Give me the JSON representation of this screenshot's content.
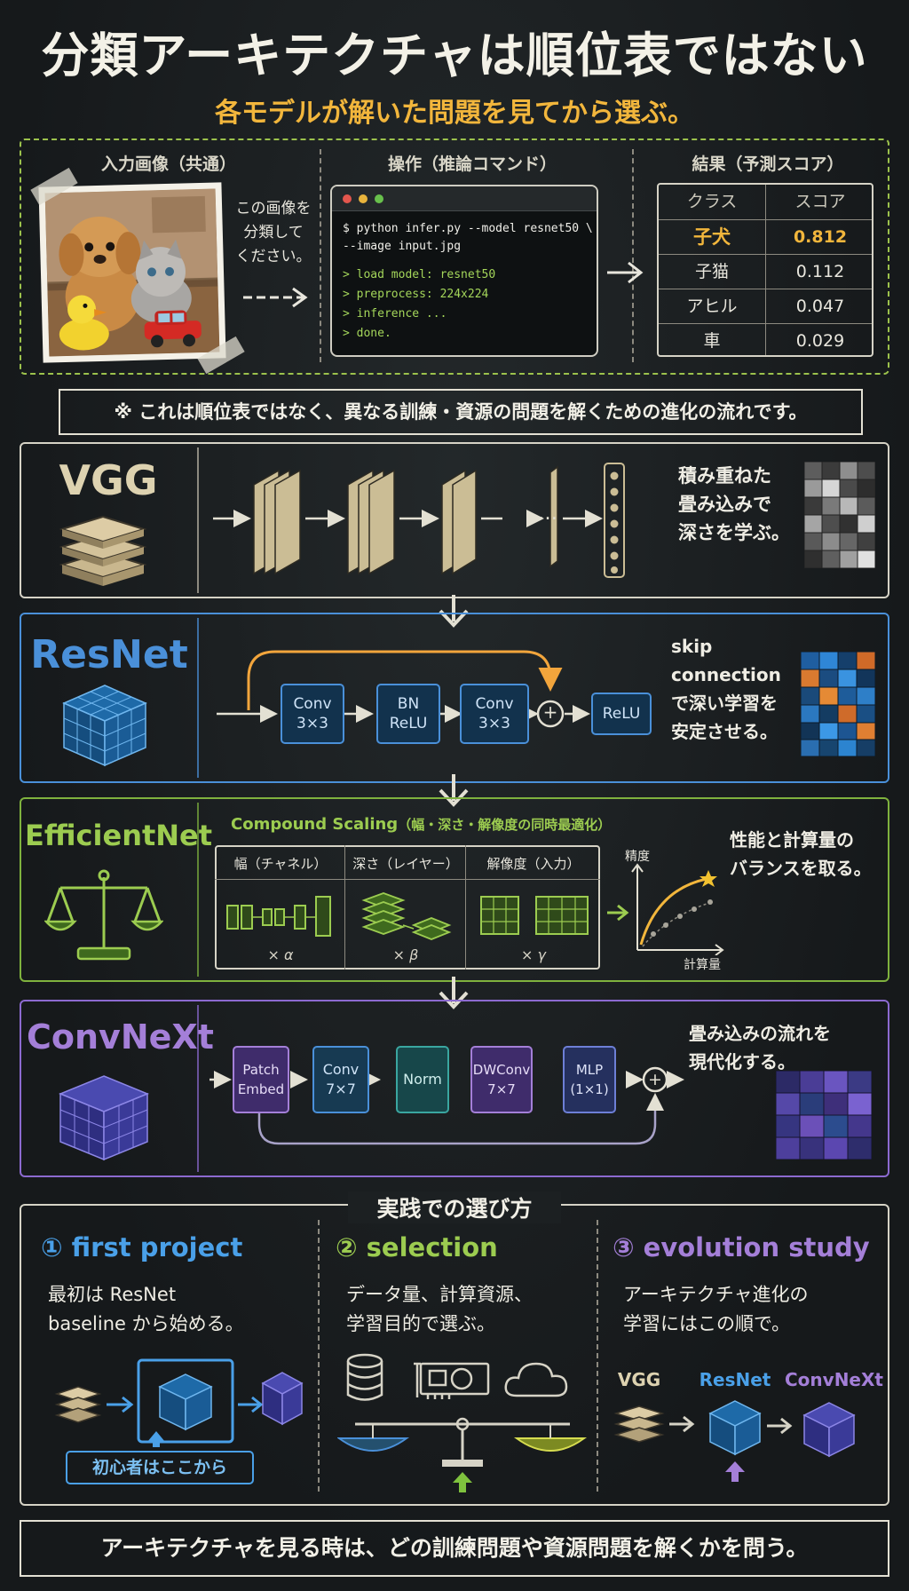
{
  "title": "分類アーキテクチャは順位表ではない",
  "subtitle": "各モデルが解いた問題を見てから選ぶ。",
  "input_section": {
    "image_label": "入力画像（共通）",
    "operation_label": "操作（推論コマンド）",
    "result_label": "結果（予測スコア）",
    "hint_lines": [
      "この画像を",
      "分類して",
      "ください。"
    ],
    "terminal_lines": [
      "$ python infer.py --model resnet50 \\",
      "    --image input.jpg",
      "> load model: resnet50",
      "> preprocess: 224x224",
      "> inference ...",
      "> done."
    ],
    "table_headers": [
      "クラス",
      "スコア"
    ],
    "table_rows": [
      {
        "cls": "子犬",
        "score": "0.812"
      },
      {
        "cls": "子猫",
        "score": "0.112"
      },
      {
        "cls": "アヒル",
        "score": "0.047"
      },
      {
        "cls": "車",
        "score": "0.029"
      }
    ]
  },
  "notice": "※ これは順位表ではなく、異なる訓練・資源の問題を解くための進化の流れです。",
  "vgg": {
    "name": "VGG",
    "ellipsis": "…",
    "desc": [
      "積み重ねた",
      "畳み込みで",
      "深さを学ぶ。"
    ]
  },
  "resnet": {
    "name": "ResNet",
    "blocks": [
      "Conv\n3×3",
      "BN\nReLU",
      "Conv\n3×3",
      "ReLU"
    ],
    "plus": "+",
    "desc": [
      "skip connection",
      "で深い学習を",
      "安定させる。"
    ]
  },
  "efficientnet": {
    "name": "EfficientNet",
    "compound": "Compound Scaling",
    "compound_note": "（幅・深さ・解像度の同時最適化）",
    "dims": [
      {
        "label": "幅（チャネル）",
        "factor": "× α"
      },
      {
        "label": "深さ（レイヤー）",
        "factor": "× β"
      },
      {
        "label": "解像度（入力）",
        "factor": "× γ"
      }
    ],
    "y_axis": "精度",
    "x_axis": "計算量",
    "desc": [
      "性能と計算量の",
      "バランスを取る。"
    ]
  },
  "convnext": {
    "name": "ConvNeXt",
    "blocks": [
      "Patch\nEmbed",
      "Conv\n7×7",
      "Norm",
      "DWConv\n7×7",
      "MLP\n(1×1)"
    ],
    "plus": "+",
    "desc": [
      "畳み込みの流れを",
      "現代化する。"
    ]
  },
  "practice": {
    "heading": "実践での選び方",
    "columns": [
      {
        "num": "①",
        "title": "first project",
        "desc": [
          "最初は ResNet",
          "baseline から始める。"
        ]
      },
      {
        "num": "②",
        "title": "selection",
        "desc": [
          "データ量、計算資源、",
          "学習目的で選ぶ。"
        ]
      },
      {
        "num": "③",
        "title": "evolution study",
        "desc": [
          "アーキテクチャ進化の",
          "学習にはこの順で。"
        ]
      }
    ],
    "beginner": "初心者はここから",
    "evo_labels": [
      "VGG",
      "ResNet",
      "ConvNeXt"
    ]
  },
  "bottom": "アーキテクチャを見る時は、どの訓練問題や資源問題を解くかを問う。",
  "colors": {
    "accent_orange": "#f2b63c",
    "resnet_blue": "#4a90d9",
    "efficient_green": "#9ccc50",
    "convnext_purple": "#a47fd8",
    "frame": "#e3e0d3"
  }
}
